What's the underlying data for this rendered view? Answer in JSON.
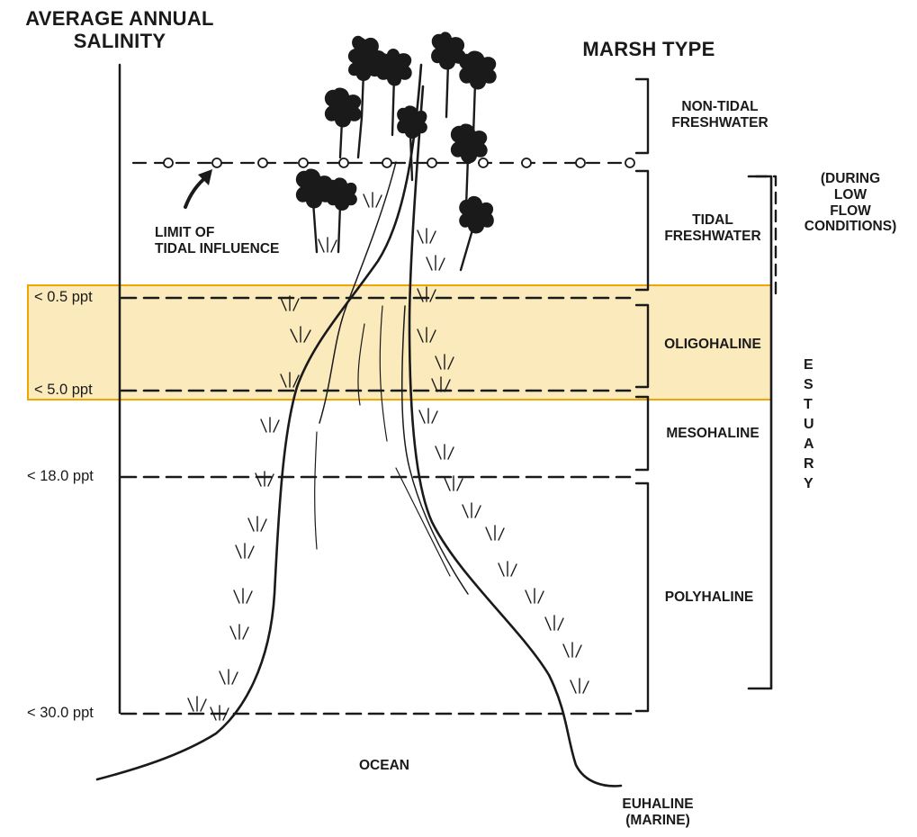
{
  "header": {
    "salinity_title_line1": "AVERAGE ANNUAL",
    "salinity_title_line2": "SALINITY",
    "marsh_type_title": "MARSH TYPE"
  },
  "salinity_levels": [
    {
      "label": "< 0.5 ppt"
    },
    {
      "label": "< 5.0 ppt"
    },
    {
      "label": "< 18.0 ppt"
    },
    {
      "label": "< 30.0 ppt"
    }
  ],
  "marsh_types": {
    "non_tidal_line1": "NON-TIDAL",
    "non_tidal_line2": "FRESHWATER",
    "tidal_line1": "TIDAL",
    "tidal_line2": "FRESHWATER",
    "oligohaline": "OLIGOHALINE",
    "mesohaline": "MESOHALINE",
    "polyhaline": "POLYHALINE"
  },
  "low_flow_note": {
    "line1": "(DURING",
    "line2": "LOW",
    "line3": "FLOW",
    "line4": "CONDITIONS)"
  },
  "estuary_letters": [
    "E",
    "S",
    "T",
    "U",
    "A",
    "R",
    "Y"
  ],
  "tidal_limit": {
    "line1": "LIMIT OF",
    "line2": "TIDAL INFLUENCE"
  },
  "ocean_label": "OCEAN",
  "euhaline": {
    "line1": "EUHALINE",
    "line2": "(MARINE)"
  },
  "colors": {
    "ink": "#1a1a1a",
    "highlight_fill": "#f6cd5c",
    "highlight_border": "#f0a500"
  }
}
